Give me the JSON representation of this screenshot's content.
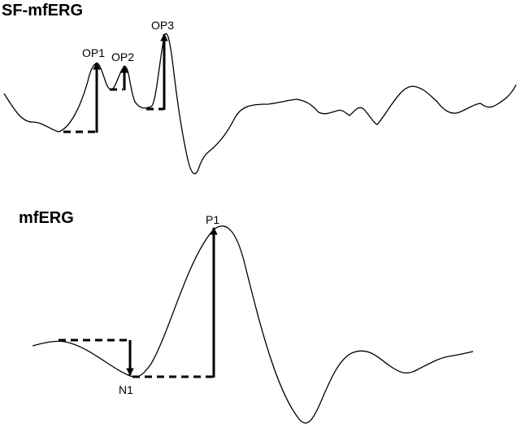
{
  "panels": {
    "sf": {
      "title": "SF-mfERG",
      "peaks": [
        "OP1",
        "OP2",
        "OP3"
      ]
    },
    "mf": {
      "title": "mfERG",
      "peaks": [
        "N1",
        "P1"
      ]
    }
  },
  "colors": {
    "ink": "#000000",
    "background": "#ffffff"
  }
}
